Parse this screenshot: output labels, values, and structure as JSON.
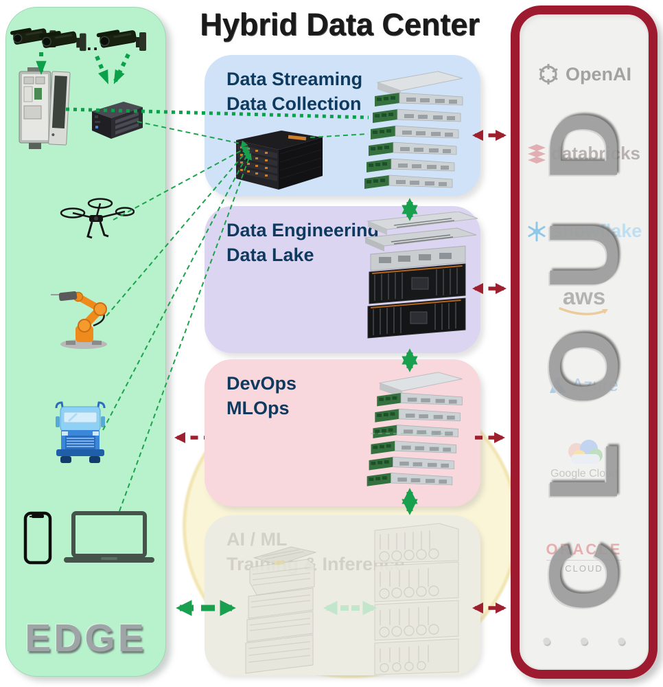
{
  "title": "Hybrid Data Center",
  "edge": {
    "label": "EDGE",
    "ellipsis": "...",
    "device_icons": [
      "cctv-camera-icon",
      "outdoor-enclosure-icon",
      "edge-server-icon",
      "drone-icon",
      "robot-arm-icon",
      "truck-icon",
      "smartphone-icon",
      "laptop-icon"
    ]
  },
  "datacenter": {
    "streaming": {
      "line1": "Data Streaming",
      "line2": "Data Collection"
    },
    "engineering": {
      "line1": "Data Engineering",
      "line2": "Data Lake"
    },
    "devops": {
      "line1": "DevOps",
      "line2": "MLOps"
    },
    "aiml": {
      "line1": "AI / ML",
      "line2": "Training & Inference"
    }
  },
  "cloud": {
    "label": "CLOUD",
    "dot": "●",
    "providers": {
      "openai": "OpenAI",
      "databricks": "databricks",
      "snowflake": "snowflake",
      "aws": "aws",
      "azure": "Azure",
      "google": "Google Cloud",
      "oracle": "ORACLE",
      "oracle_sub": "CLOUD"
    }
  },
  "colors": {
    "edge_panel": "#b7f2cd",
    "streaming_box": "#cfe2f7",
    "engineering_box": "#dcd5f2",
    "devops_box": "#f8d8dc",
    "aiml_box": "#edece3",
    "cloud_border": "#9e1b2f",
    "cloud_panel": "#f1f1ef",
    "green_arrow": "#13a24d",
    "red_arrow": "#9e1f2e",
    "label_text": "#0d3a5e"
  }
}
